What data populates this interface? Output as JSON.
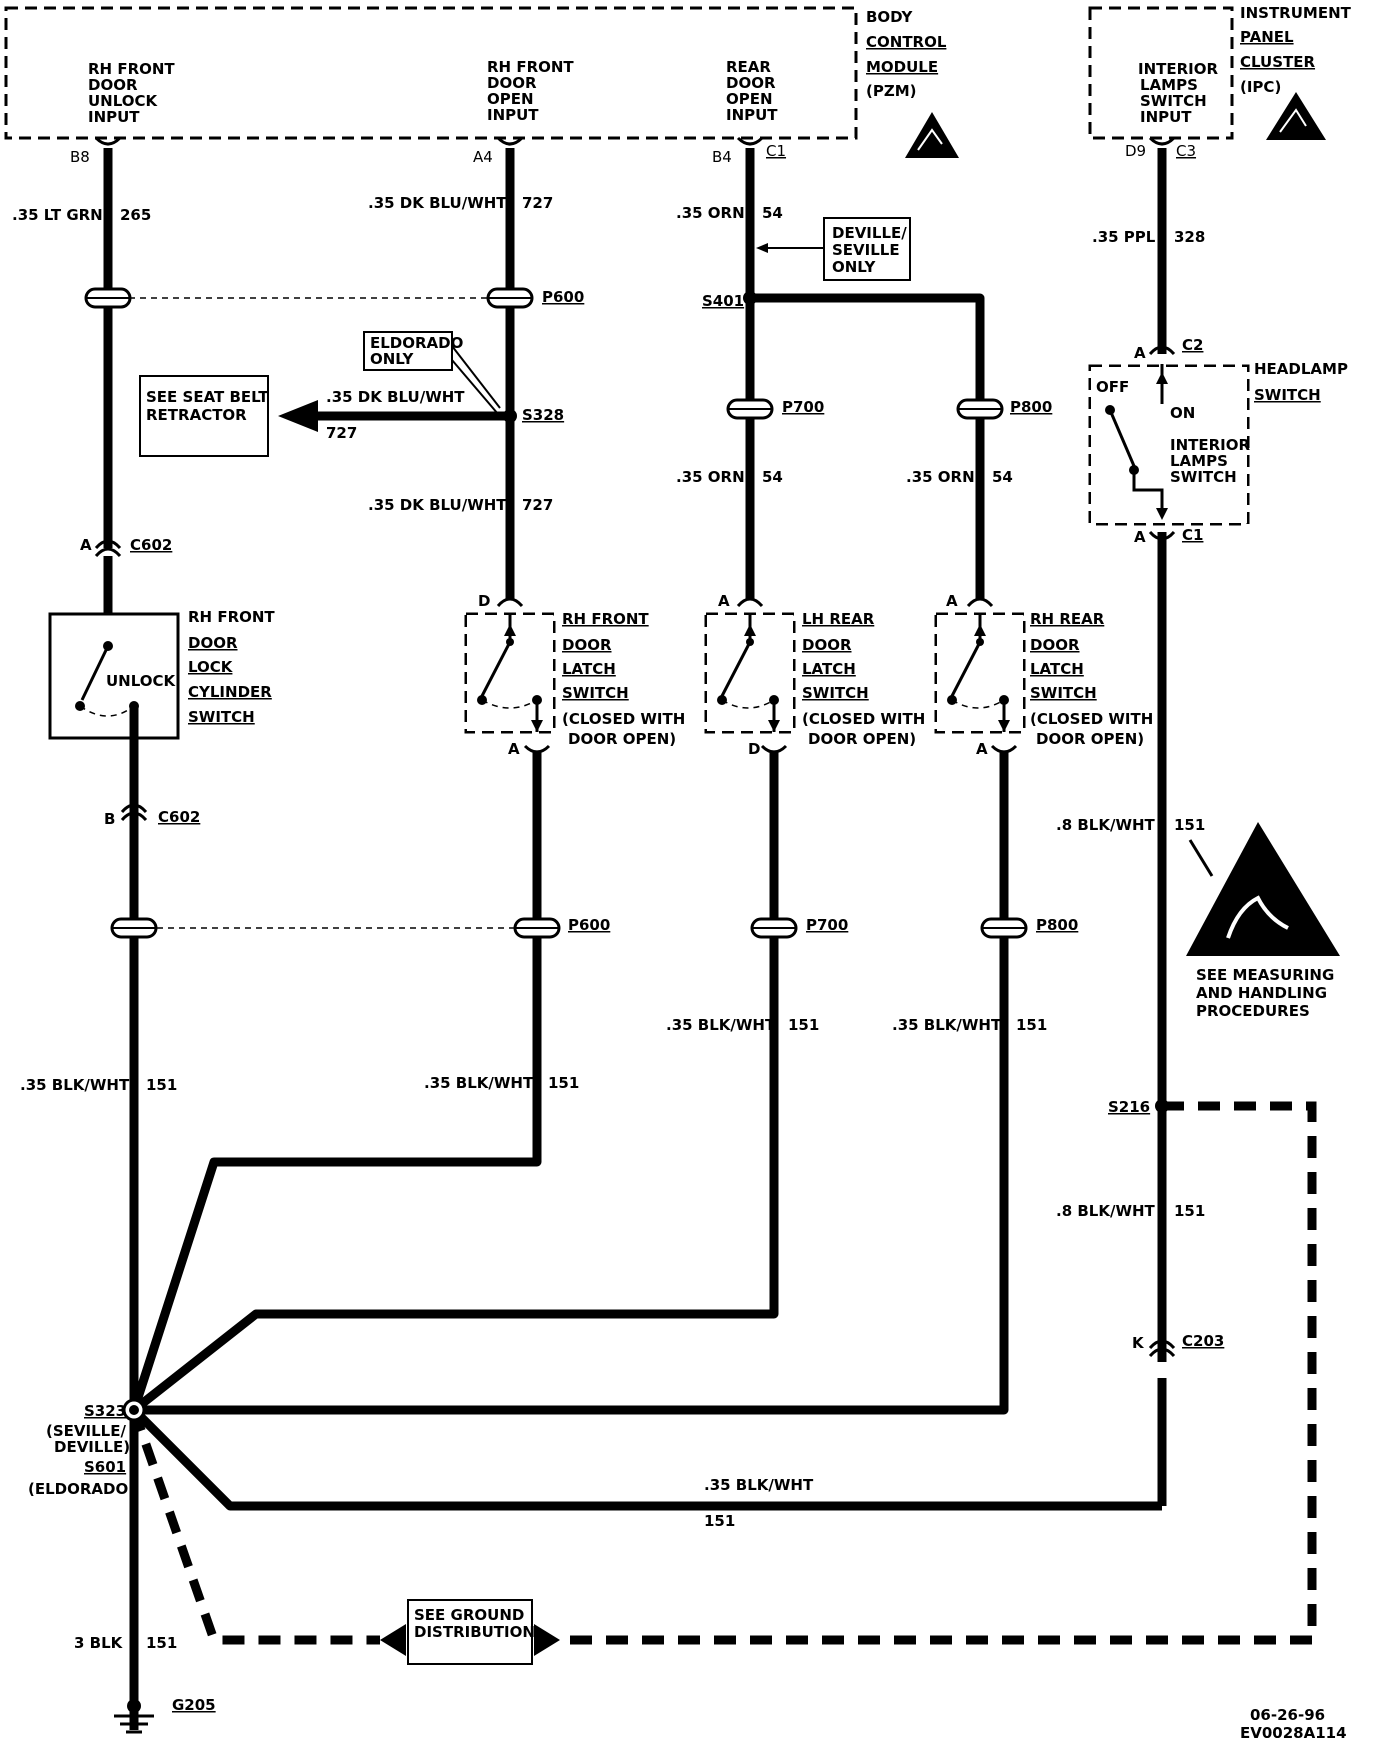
{
  "modules": {
    "bcm": {
      "lines": [
        "BODY",
        "CONTROL",
        "MODULE",
        "(PZM)"
      ]
    },
    "ipc": {
      "lines": [
        "INSTRUMENT",
        "PANEL",
        "CLUSTER",
        "(IPC)"
      ]
    }
  },
  "inputs": {
    "rh_front_unlock": [
      "RH FRONT",
      "DOOR",
      "UNLOCK",
      "INPUT"
    ],
    "rh_front_open": [
      "RH FRONT",
      "DOOR",
      "OPEN",
      "INPUT"
    ],
    "rear_open": [
      "REAR",
      "DOOR",
      "OPEN",
      "INPUT"
    ],
    "interior_lamps": [
      "INTERIOR",
      "LAMPS",
      "SWITCH",
      "INPUT"
    ]
  },
  "pins": {
    "b8": "B8",
    "a4": "A4",
    "b4": "B4",
    "c1": "C1",
    "d9": "D9",
    "c3": "C3"
  },
  "wires": {
    "w1": {
      "color": ".35 LT GRN",
      "circuit": "265"
    },
    "w2": {
      "color": ".35 DK BLU/WHT",
      "circuit": "727"
    },
    "w2b": {
      "color": ".35 DK BLU/WHT",
      "circuit": "727"
    },
    "w2c": {
      "color": ".35 DK BLU/WHT",
      "circuit": "727"
    },
    "w3": {
      "color": ".35 ORN",
      "circuit": "54"
    },
    "w3b": {
      "color": ".35 ORN",
      "circuit": "54"
    },
    "w3c": {
      "color": ".35 ORN",
      "circuit": "54"
    },
    "w4": {
      "color": ".35 PPL",
      "circuit": "328"
    },
    "w5": {
      "color": ".8 BLK/WHT",
      "circuit": "151"
    },
    "w5b": {
      "color": ".8 BLK/WHT",
      "circuit": "151"
    },
    "g1": {
      "color": ".35 BLK/WHT",
      "circuit": "151"
    },
    "g2": {
      "color": ".35 BLK/WHT",
      "circuit": "151"
    },
    "g3": {
      "color": ".35 BLK/WHT",
      "circuit": "151"
    },
    "g4": {
      "color": ".35 BLK/WHT",
      "circuit": "151"
    },
    "g5": {
      "color": ".35 BLK/WHT",
      "circuit": "151"
    },
    "gnd": {
      "color": "3 BLK",
      "circuit": "151"
    }
  },
  "connectors": {
    "p600": "P600",
    "p600b": "P600",
    "p700": "P700",
    "p700b": "P700",
    "p800": "P800",
    "p800b": "P800",
    "c602": "C602",
    "c602b": "C602",
    "c203": "C203",
    "c2": "C2",
    "c1hs": "C1",
    "a": "A",
    "b": "B",
    "d": "D",
    "k": "K"
  },
  "splices": {
    "s401": "S401",
    "s328": "S328",
    "s216": "S216",
    "s323": "S323",
    "s323_note": "(SEVILLE/",
    "s323_note2": "DEVILLE)",
    "s601": "S601",
    "s601_note": "(ELDORADO)",
    "g205": "G205"
  },
  "notes": {
    "deville": [
      "DEVILLE/",
      "SEVILLE",
      "ONLY"
    ],
    "eldorado": [
      "ELDORADO",
      "ONLY"
    ],
    "seatbelt": [
      "SEE SEAT BELT",
      "RETRACTOR"
    ],
    "ground": [
      "SEE GROUND",
      "DISTRIBUTION"
    ],
    "esd": [
      "SEE MEASURING",
      "AND HANDLING",
      "PROCEDURES"
    ]
  },
  "components": {
    "lock_cyl": [
      "RH FRONT",
      "DOOR",
      "LOCK",
      "CYLINDER",
      "SWITCH"
    ],
    "unlock": "UNLOCK",
    "rf_latch": [
      "RH FRONT",
      "DOOR",
      "LATCH",
      "SWITCH",
      "(CLOSED WITH",
      "DOOR OPEN)"
    ],
    "lr_latch": [
      "LH REAR",
      "DOOR",
      "LATCH",
      "SWITCH",
      "(CLOSED WITH",
      "DOOR OPEN)"
    ],
    "rr_latch": [
      "RH REAR",
      "DOOR",
      "LATCH",
      "SWITCH",
      "(CLOSED WITH",
      "DOOR OPEN)"
    ],
    "headlamp": [
      "HEADLAMP",
      "SWITCH"
    ],
    "off": "OFF",
    "on": "ON",
    "int_lamps": [
      "INTERIOR",
      "LAMPS",
      "SWITCH"
    ]
  },
  "footer": {
    "date": "06-26-96",
    "code": "EV0028A114"
  }
}
